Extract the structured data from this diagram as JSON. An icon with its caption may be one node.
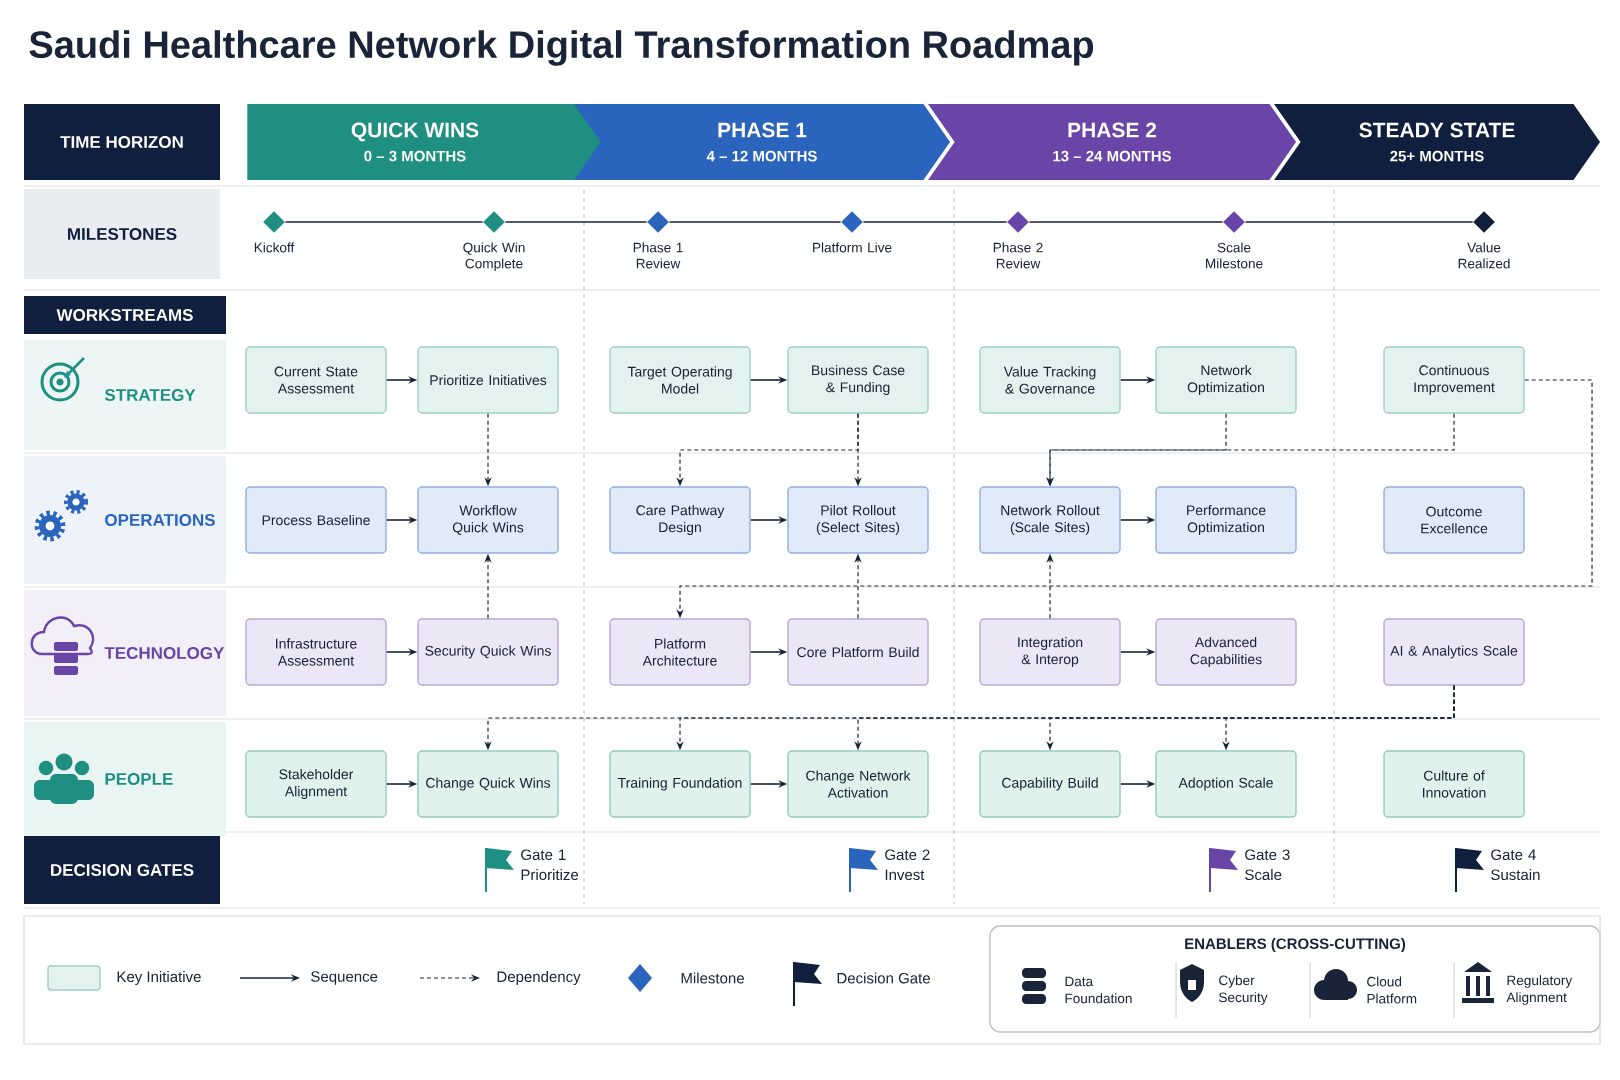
{
  "diagram": {
    "title": "Saudi Healthcare Network Digital Transformation Roadmap",
    "nodes": [
      {
        "text": [
          "TIME HORIZON"
        ]
      },
      {
        "text": [
          "QUICK WINS",
          "0 – 3 MONTHS"
        ]
      },
      {
        "text": [
          "PHASE 1",
          "4 – 12 MONTHS"
        ]
      },
      {
        "text": [
          "PHASE 2",
          "13 – 24 MONTHS"
        ]
      },
      {
        "text": [
          "STEADY STATE",
          "25+ MONTHS"
        ]
      },
      {
        "text": [
          "MILESTONES"
        ]
      },
      {
        "text": [
          "Kickoff"
        ]
      },
      {
        "text": [
          "Quick Win Complete"
        ]
      },
      {
        "text": [
          "Phase 1 Review"
        ]
      },
      {
        "text": [
          "Platform Live"
        ]
      },
      {
        "text": [
          "Phase 2 Review"
        ]
      },
      {
        "text": [
          "Scale Milestone"
        ]
      },
      {
        "text": [
          "Value Realized"
        ]
      },
      {
        "text": [
          "WORKSTREAMS"
        ]
      },
      {
        "text": [
          "STRATEGY"
        ]
      },
      {
        "text": [
          "Current State Assessment"
        ]
      },
      {
        "text": [
          "Prioritize Initiatives"
        ]
      },
      {
        "text": [
          "Target Operating Model"
        ]
      },
      {
        "text": [
          "Business Case & Funding"
        ]
      },
      {
        "text": [
          "Value Tracking & Governance"
        ]
      },
      {
        "text": [
          "Network Optimization"
        ]
      },
      {
        "text": [
          "Continuous Improvement"
        ]
      },
      {
        "text": [
          "OPERATIONS"
        ]
      },
      {
        "text": [
          "Process Baseline"
        ]
      },
      {
        "text": [
          "Workflow Quick Wins"
        ]
      },
      {
        "text": [
          "Care Pathway Design"
        ]
      },
      {
        "text": [
          "Pilot Rollout (Select Sites)"
        ]
      },
      {
        "text": [
          "Network Rollout (Scale Sites)"
        ]
      },
      {
        "text": [
          "Performance Optimization"
        ]
      },
      {
        "text": [
          "Outcome Excellence"
        ]
      },
      {
        "text": [
          "TECHNOLOGY"
        ]
      },
      {
        "text": [
          "Infrastructure Assessment"
        ]
      },
      {
        "text": [
          "Security Quick Wins"
        ]
      },
      {
        "text": [
          "Platform Architecture"
        ]
      },
      {
        "text": [
          "Core Platform Build"
        ]
      },
      {
        "text": [
          "Integration & Interop"
        ]
      },
      {
        "text": [
          "Advanced Capabilities"
        ]
      },
      {
        "text": [
          "AI & Analytics Scale"
        ]
      },
      {
        "text": [
          "PEOPLE"
        ]
      },
      {
        "text": [
          "Stakeholder Alignment"
        ]
      },
      {
        "text": [
          "Change Quick Wins"
        ]
      },
      {
        "text": [
          "Training Foundation"
        ]
      },
      {
        "text": [
          "Change Network Activation"
        ]
      },
      {
        "text": [
          "Capability Build"
        ]
      },
      {
        "text": [
          "Adoption Scale"
        ]
      },
      {
        "text": [
          "Culture of Innovation"
        ]
      },
      {
        "text": [
          "DECISION GATES"
        ]
      },
      {
        "text": [
          "ENABLERS (CROSS-CUTTING)"
        ]
      }
    ],
    "edges": [
      {
        "from": 6,
        "to": 7,
        "arrow": "none"
      },
      {
        "from": 7,
        "to": 8,
        "arrow": "none"
      },
      {
        "from": 8,
        "to": 9,
        "arrow": "none"
      },
      {
        "from": 9,
        "to": 10,
        "arrow": "none"
      },
      {
        "from": 10,
        "to": 11,
        "arrow": "none"
      },
      {
        "from": 11,
        "to": 12,
        "arrow": "none"
      },
      {
        "from": 15,
        "to": 16,
        "arrow": "to"
      },
      {
        "from": 17,
        "to": 18,
        "arrow": "to"
      },
      {
        "from": 19,
        "to": 20,
        "arrow": "to"
      },
      {
        "from": 23,
        "to": 24,
        "arrow": "to"
      },
      {
        "from": 25,
        "to": 26,
        "arrow": "to"
      },
      {
        "from": 27,
        "to": 28,
        "arrow": "to"
      },
      {
        "from": 31,
        "to": 32,
        "arrow": "to"
      },
      {
        "from": 33,
        "to": 34,
        "arrow": "to"
      },
      {
        "from": 35,
        "to": 36,
        "arrow": "to"
      },
      {
        "from": 39,
        "to": 40,
        "arrow": "to"
      },
      {
        "from": 41,
        "to": 42,
        "arrow": "to"
      },
      {
        "from": 43,
        "to": 44,
        "arrow": "to"
      },
      {
        "from": 16,
        "to": 24,
        "arrow": "to",
        "style": "dashed"
      },
      {
        "from": 18,
        "to": 26,
        "arrow": "to",
        "style": "dashed"
      },
      {
        "from": 18,
        "to": 25,
        "arrow": "to",
        "style": "dashed"
      },
      {
        "from": 20,
        "to": 27,
        "arrow": "to",
        "style": "dashed"
      },
      {
        "from": 21,
        "to": 27,
        "arrow": "to",
        "style": "dashed"
      },
      {
        "from": 32,
        "to": 24,
        "arrow": "to",
        "style": "dashed"
      },
      {
        "from": 34,
        "to": 26,
        "arrow": "to",
        "style": "dashed"
      },
      {
        "from": 35,
        "to": 27,
        "arrow": "to",
        "style": "dashed"
      },
      {
        "from": 21,
        "to": 33,
        "arrow": "to",
        "style": "dashed"
      },
      {
        "from": 37,
        "to": 40,
        "arrow": "to",
        "style": "dashed"
      },
      {
        "from": 37,
        "to": 41,
        "arrow": "to",
        "style": "dashed"
      },
      {
        "from": 37,
        "to": 42,
        "arrow": "to",
        "style": "dashed"
      },
      {
        "from": 37,
        "to": 43,
        "arrow": "to",
        "style": "dashed"
      },
      {
        "from": 37,
        "to": 44,
        "arrow": "to",
        "style": "dashed"
      }
    ],
    "labels": [
      "Gate 1 Prioritize",
      "Gate 2 Invest",
      "Gate 3 Scale",
      "Gate 4 Sustain",
      "Data Foundation",
      "Cyber Security",
      "Cloud Platform",
      "Regulatory Alignment"
    ],
    "legend": [
      {
        "text": "Key Initiative",
        "color": "#e3f2ee"
      },
      {
        "text": "Sequence"
      },
      {
        "text": "Dependency"
      },
      {
        "text": "Milestone"
      },
      {
        "text": "Decision Gate"
      }
    ]
  }
}
